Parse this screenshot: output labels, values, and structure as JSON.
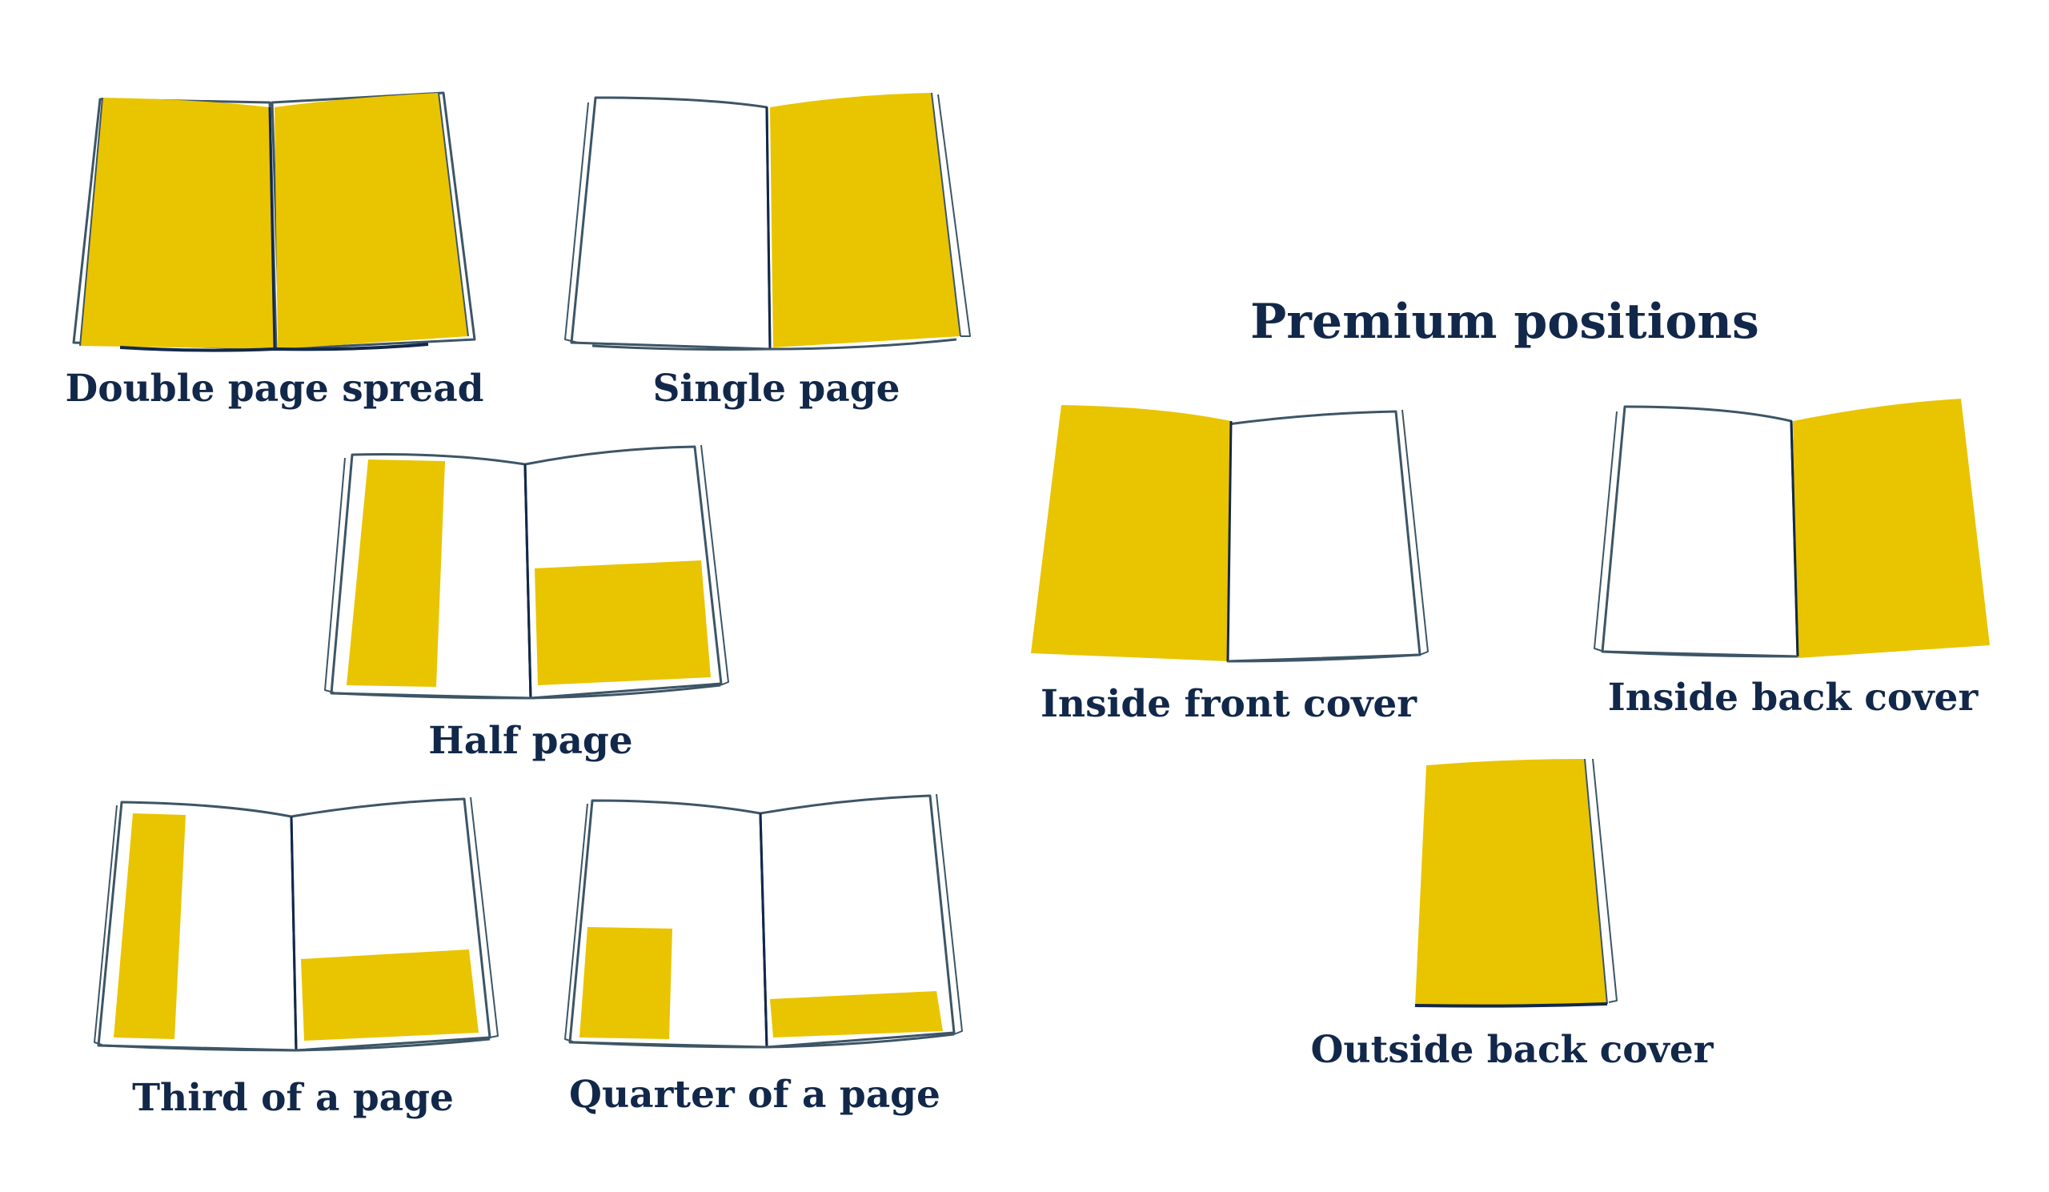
{
  "heading": "Premium positions",
  "colors": {
    "ink": "#12284a",
    "ad": "#e9c400",
    "paper": "#ffffff",
    "edge": "#3d5566"
  },
  "items": {
    "double_page_spread": {
      "label": "Double page spread"
    },
    "single_page": {
      "label": "Single page"
    },
    "half_page": {
      "label": "Half page"
    },
    "third_of_a_page": {
      "label": "Third of a page"
    },
    "quarter_of_a_page": {
      "label": "Quarter of a page"
    },
    "inside_front_cover": {
      "label": "Inside front cover"
    },
    "inside_back_cover": {
      "label": "Inside back cover"
    },
    "outside_back_cover": {
      "label": "Outside back cover"
    }
  }
}
